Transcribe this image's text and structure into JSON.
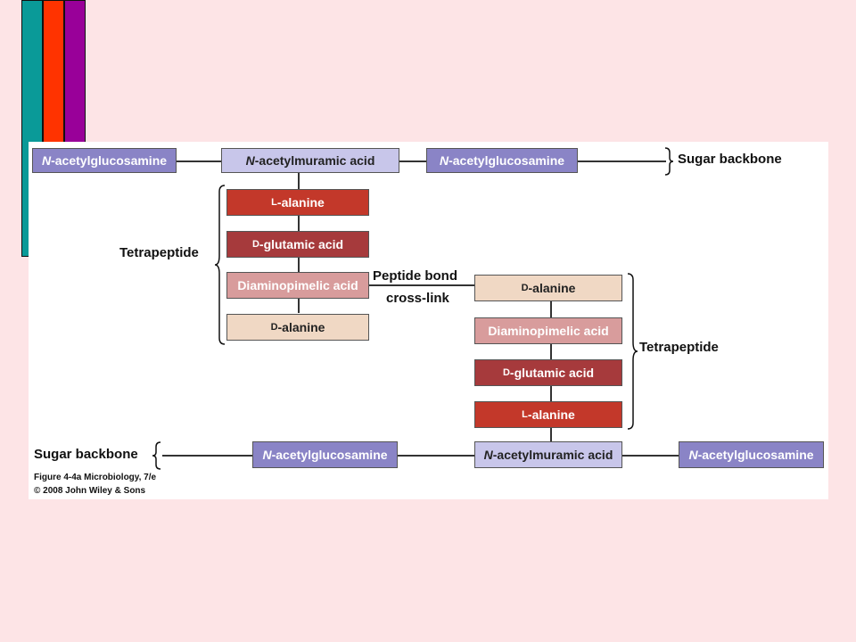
{
  "colors": {
    "background": "#fde4e6",
    "stripe_1": "#0a9a98",
    "stripe_2": "#ff3300",
    "stripe_3": "#990099",
    "nag": "#8a84c6",
    "nam": "#c8c6ea",
    "l_alanine": "#c3382a",
    "d_glutamic": "#a63a3c",
    "dap": "#d89c9c",
    "d_alanine": "#f0d8c4"
  },
  "top": {
    "nag1": {
      "prefix": "N",
      "rest": "-acetylglucosamine"
    },
    "nam": {
      "prefix": "N",
      "rest": "-acetylmuramic acid"
    },
    "nag2": {
      "prefix": "N",
      "rest": "-acetylglucosamine"
    },
    "sugar_label": "Sugar backbone",
    "chain": [
      {
        "prefix": "l",
        "rest": "-alanine"
      },
      {
        "prefix": "d",
        "rest": "-glutamic acid"
      },
      {
        "prefix": "",
        "rest": "Diaminopimelic acid"
      },
      {
        "prefix": "d",
        "rest": "-alanine"
      }
    ],
    "tetrapeptide_label": "Tetrapeptide"
  },
  "crosslink": {
    "line1": "Peptide bond",
    "line2": "cross-link"
  },
  "bottom": {
    "chain": [
      {
        "prefix": "d",
        "rest": "-alanine"
      },
      {
        "prefix": "",
        "rest": "Diaminopimelic acid"
      },
      {
        "prefix": "d",
        "rest": "-glutamic acid"
      },
      {
        "prefix": "l",
        "rest": "-alanine"
      }
    ],
    "tetrapeptide_label": "Tetrapeptide",
    "sugar_label": "Sugar backbone",
    "nag1": {
      "prefix": "N",
      "rest": "-acetylglucosamine"
    },
    "nam": {
      "prefix": "N",
      "rest": "-acetylmuramic acid"
    },
    "nag2": {
      "prefix": "N",
      "rest": "-acetylglucosamine"
    }
  },
  "caption": {
    "line1": "Figure 4-4a  Microbiology, 7/e",
    "line2": "© 2008 John Wiley & Sons"
  }
}
